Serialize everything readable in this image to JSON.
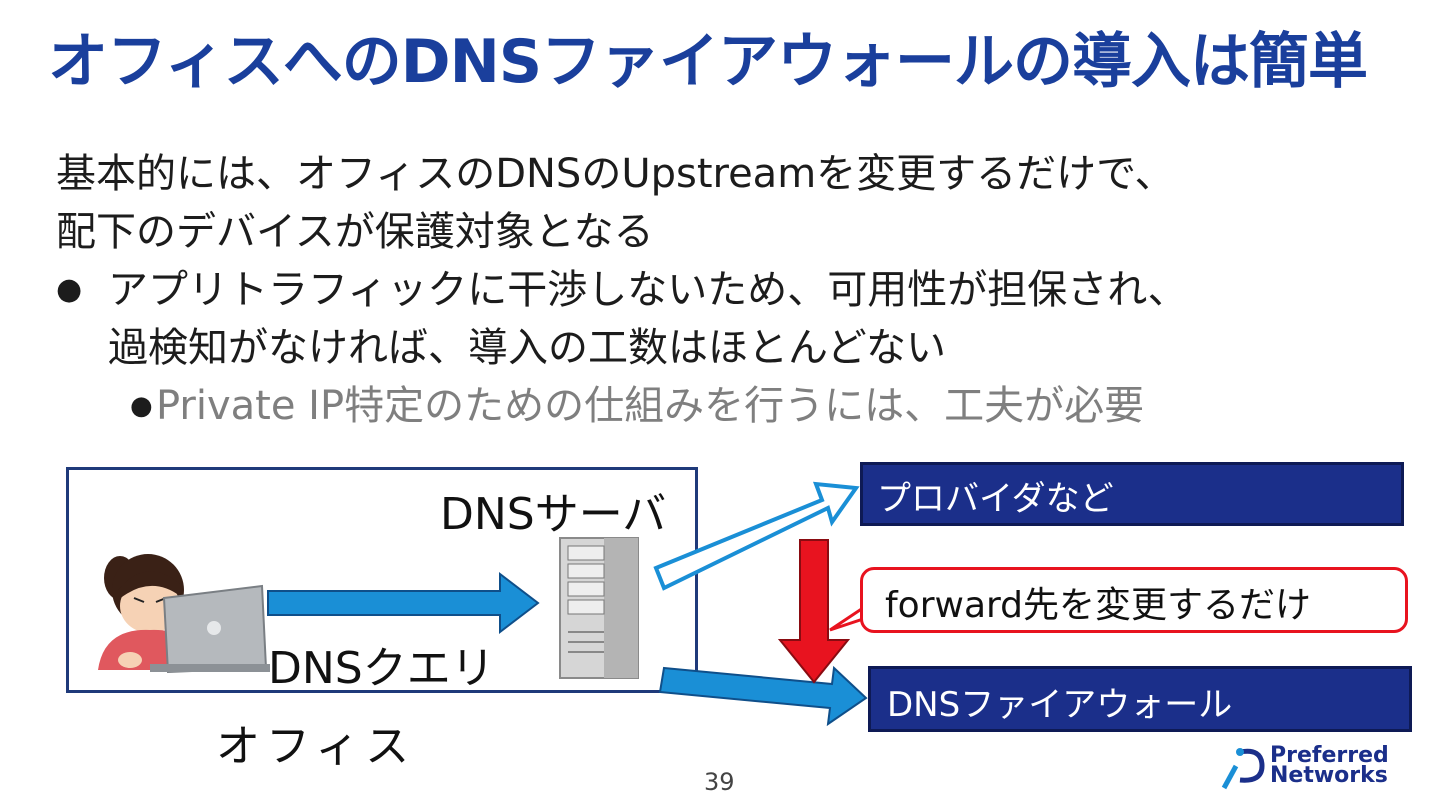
{
  "slide": {
    "title": "オフィスへのDNSファイアウォールの導入は簡単",
    "intro_line1": "基本的には、オフィスのDNSのUpstreamを変更するだけで、",
    "intro_line2": "配下のデバイスが保護対象となる",
    "bullet1_line1": "アプリトラフィックに干渉しないため、可用性が担保され、",
    "bullet1_line2": "過検知がなければ、導入の工数はほとんどない",
    "sub_bullet": "Private IP特定のための仕組みを行うには、工夫が必要",
    "bullet_glyph": "●",
    "page_number": "39"
  },
  "diagram": {
    "dns_server_label": "DNSサーバ",
    "dns_query_label": "DNSクエリ",
    "office_label": "オフィス",
    "provider_label": "プロバイダなど",
    "dns_firewall_label": "DNSファイアウォール",
    "callout": "forward先を変更するだけ"
  },
  "logo": {
    "line1": "Preferred",
    "line2": "Networks"
  },
  "colors": {
    "title": "#1a3f9c",
    "navy": "#1b2f8a",
    "arrow_blue": "#1a8fd6",
    "red": "#e8131f",
    "gray_text": "#7f7f7f"
  }
}
